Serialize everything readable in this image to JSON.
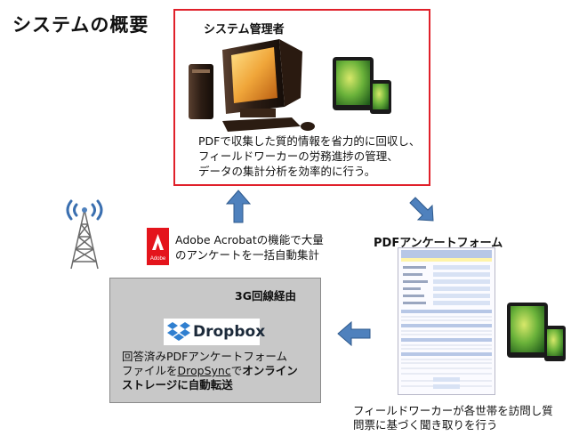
{
  "page_title": "システムの概要",
  "admin": {
    "title": "システム管理者",
    "desc_lines": [
      "PDFで収集した質的情報を省力的に回収し、",
      "フィールドワーカーの労務進捗の管理、",
      "データの集計分析を効率的に行う。"
    ]
  },
  "acrobat": {
    "logo_text": "Adobe",
    "desc_lines": [
      "Adobe Acrobatの機能で大量",
      "のアンケートを一括自動集計"
    ]
  },
  "pdf_form": {
    "title": "PDFアンケートフォーム"
  },
  "upload": {
    "line_label": "3G回線経由",
    "logo_word": "Dropbox",
    "line1": "回答済みPDFアンケートフォーム",
    "line2_pre": "ファイルを",
    "line2_link": "DropSync",
    "line2_mid": "で",
    "line2_bold": "オンライン",
    "line3": "ストレージに自動転送"
  },
  "worker": {
    "desc_lines": [
      "フィールドワーカーが各世帯を訪問し質",
      "問票に基づく聞き取りを行う"
    ]
  },
  "colors": {
    "admin_border": "#e0202a",
    "arrow": "#4f81bd",
    "adobe_red": "#e4141c",
    "dropbox_blue": "#2f7fd0",
    "upload_box": "#c8c8c8"
  }
}
